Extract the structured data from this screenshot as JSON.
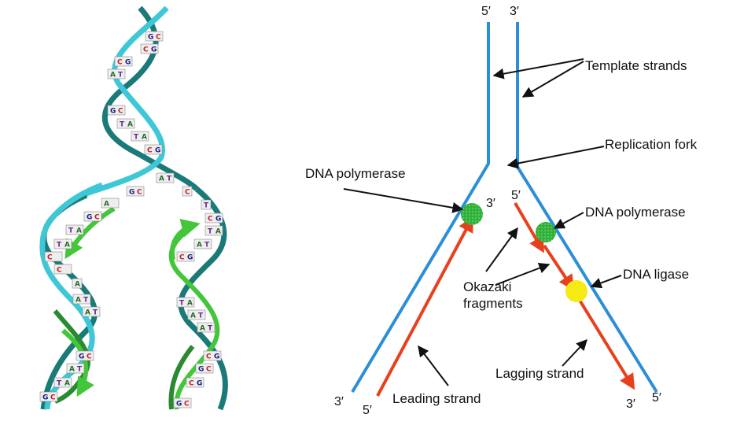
{
  "colors": {
    "template": "#2b8fd8",
    "new_strand": "#e8401c",
    "pointer": "#111111",
    "polymerase": "#2fb13a",
    "ligase": "#f5ea14",
    "helix_light": "#3ec7d6",
    "helix_dark": "#1a7a78",
    "helix_new": "#43c63a",
    "helix_new_dark": "#2a8a32"
  },
  "icons": {
    "helix": "dna-double-helix-icon",
    "polymerase": "polymerase-blob-icon",
    "ligase": "ligase-blob-icon"
  },
  "base_pairs": [
    "G|C",
    "C|G",
    "C|G",
    "A|T",
    "G|C",
    "T|A",
    "T|A",
    "C|G",
    "A|T",
    "G|C",
    "A|"
  ],
  "left_strand_pairs": [
    "G|C",
    "T|A",
    "T|A",
    "C|",
    "C|",
    "A",
    "A|T",
    "A|T",
    "G|C",
    "A|T",
    "T|A",
    "G|C"
  ],
  "right_strand_pairs": [
    "C",
    "T",
    "C|G",
    "T|A",
    "A|T",
    "C|G",
    "T|A",
    "A|T",
    "A|T",
    "C|G",
    "G|C",
    "C|G",
    "G|C"
  ],
  "labels": {
    "top_left_end": "5′",
    "top_right_end": "3′",
    "template_strands": "Template strands",
    "replication_fork": "Replication fork",
    "dna_polymerase_left": "DNA polymerase",
    "dna_polymerase_right": "DNA polymerase",
    "okazaki_line1": "Okazaki",
    "okazaki_line2": "fragments",
    "dna_ligase": "DNA ligase",
    "lagging_strand": "Lagging strand",
    "leading_strand": "Leading strand",
    "leading_3": "3′",
    "leading_5": "5′",
    "lagging_5": "5′",
    "bottom_left_3": "3′",
    "bottom_left_5": "5′",
    "bottom_right_3": "3′",
    "bottom_right_5": "5′"
  }
}
